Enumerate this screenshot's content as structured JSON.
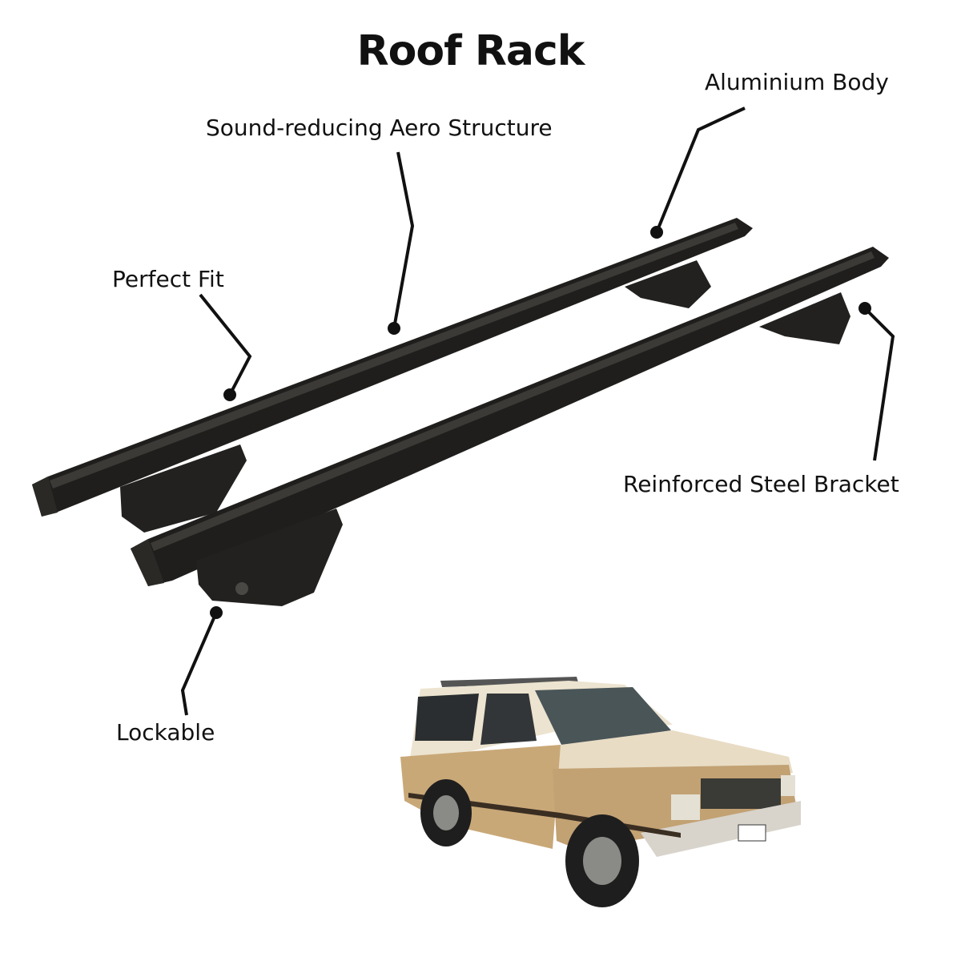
{
  "title": "Roof Rack",
  "callouts": {
    "aluminium_body": "Aluminium Body",
    "aero_structure": "Sound-reducing Aero Structure",
    "perfect_fit": "Perfect Fit",
    "steel_bracket": "Reinforced Steel Bracket",
    "lockable": "Lockable"
  },
  "colors": {
    "rack": "#1f1e1c",
    "rack_highlight": "#3c3a36",
    "car_body": "#c9a878",
    "car_roof": "#ece4d0",
    "leader_line": "#111111"
  }
}
